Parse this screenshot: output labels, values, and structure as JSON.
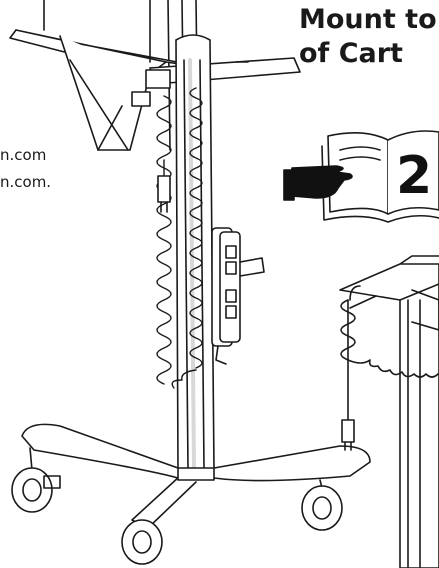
{
  "heading": {
    "line1": "Mount to I",
    "line2": "of Cart"
  },
  "url_fragments": [
    "n.com",
    "n.com."
  ],
  "step": {
    "number": "2"
  },
  "icons": {
    "book": "open-book-icon",
    "hand": "pointing-hand-icon"
  },
  "colors": {
    "ink": "#1a1a1a",
    "paper": "#ffffff",
    "shade": "#d8d8d8"
  }
}
